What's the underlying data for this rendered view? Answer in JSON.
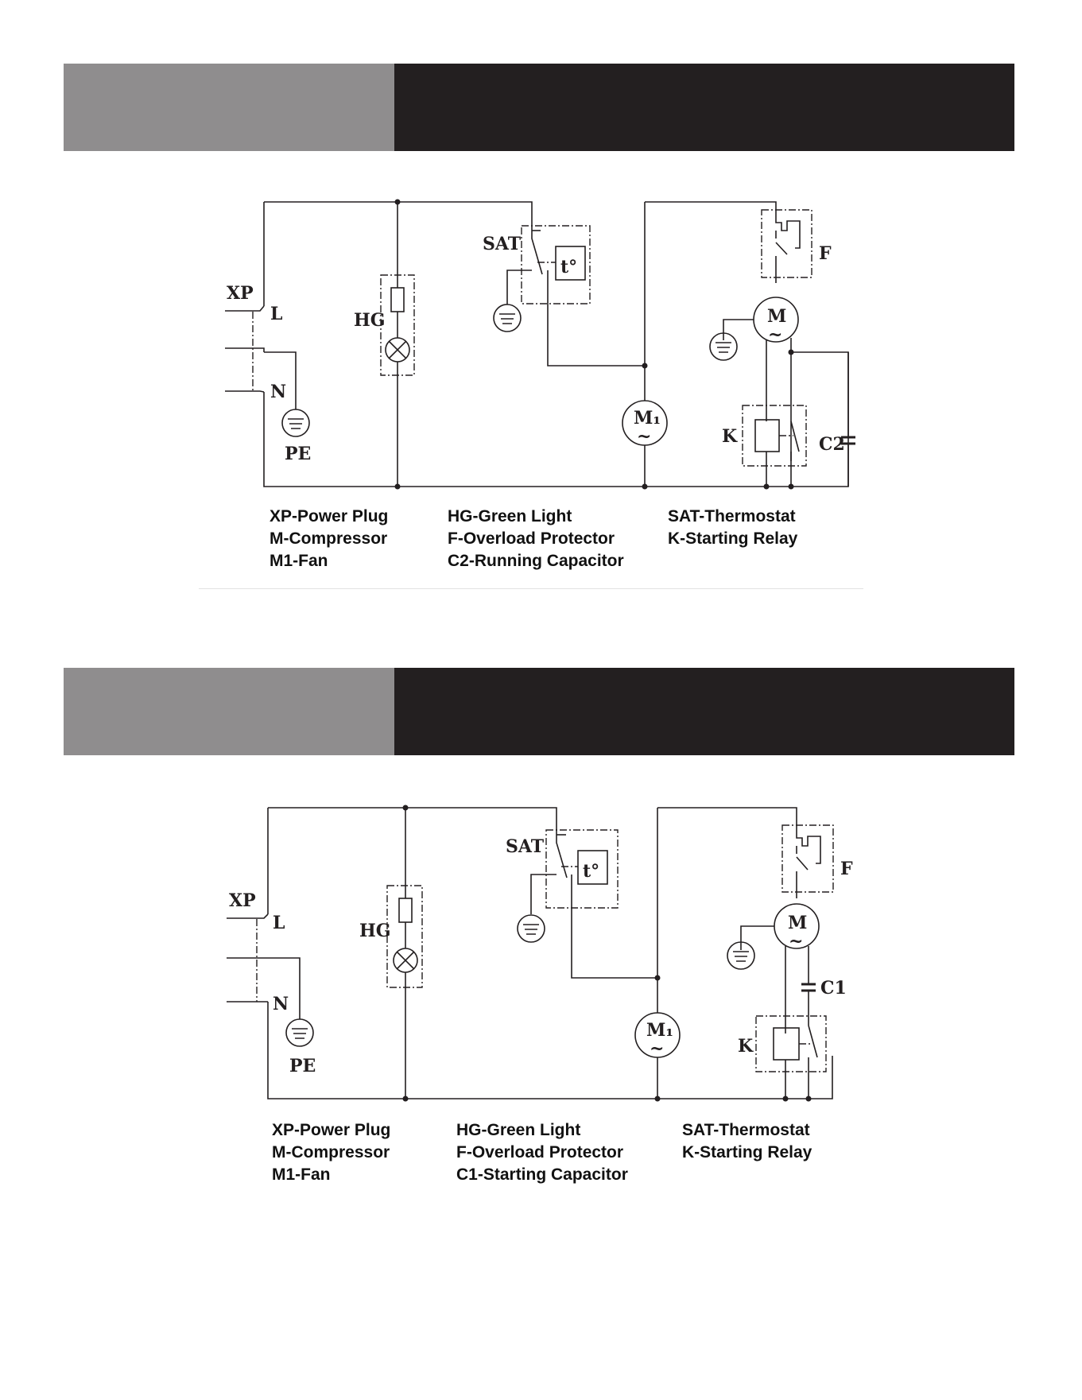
{
  "diagram1": {
    "labels": {
      "xp": "XP",
      "l": "L",
      "n": "N",
      "pe": "PE",
      "hg": "HG",
      "sat": "SAT",
      "t": "t°",
      "f": "F",
      "m": "M",
      "m1": "M₁",
      "k": "K",
      "cap": "C2",
      "tilde": "~"
    },
    "legend": [
      [
        "XP-Power Plug",
        "M-Compressor",
        "M1-Fan"
      ],
      [
        "HG-Green Light",
        "F-Overload Protector",
        "C2-Running Capacitor"
      ],
      [
        "SAT-Thermostat",
        "K-Starting  Relay"
      ]
    ]
  },
  "diagram2": {
    "labels": {
      "xp": "XP",
      "l": "L",
      "n": "N",
      "pe": "PE",
      "hg": "HG",
      "sat": "SAT",
      "t": "t°",
      "f": "F",
      "m": "M",
      "m1": "M₁",
      "k": "K",
      "cap": "C1",
      "tilde": "~"
    },
    "legend": [
      [
        "XP-Power Plug",
        "M-Compressor",
        "M1-Fan"
      ],
      [
        "HG-Green Light",
        "F-Overload Protector",
        "C1-Starting Capacitor"
      ],
      [
        "SAT-Thermostat",
        "K-Starting  Relay"
      ]
    ]
  }
}
